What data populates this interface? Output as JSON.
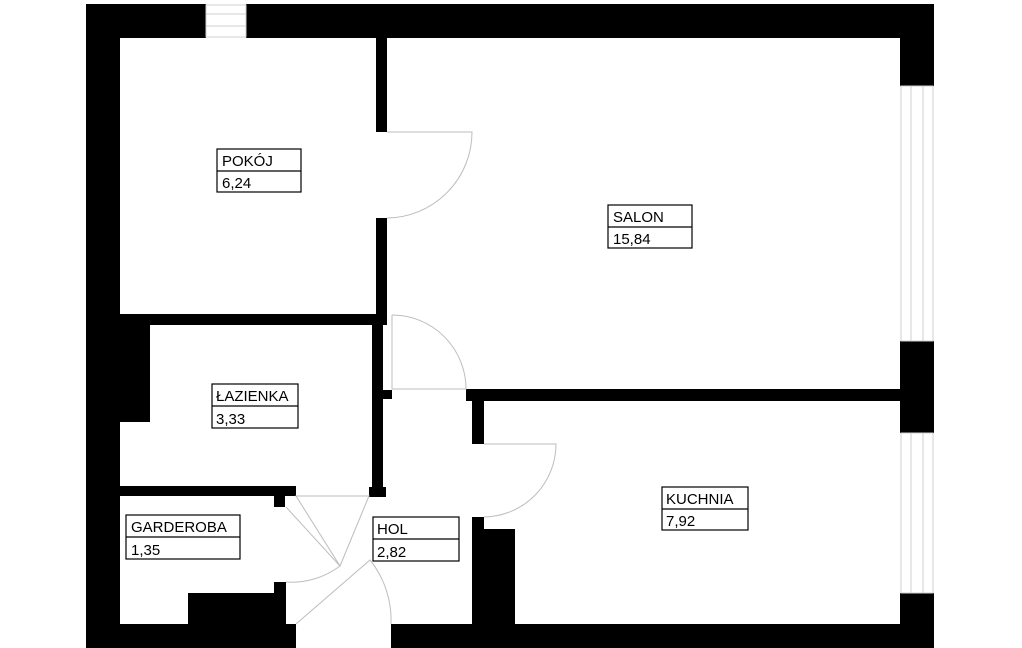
{
  "rooms": [
    {
      "id": "pokoj",
      "name": "POKÓJ",
      "area": "6,24"
    },
    {
      "id": "salon",
      "name": "SALON",
      "area": "15,84"
    },
    {
      "id": "lazienka",
      "name": "ŁAZIENKA",
      "area": "3,33"
    },
    {
      "id": "kuchnia",
      "name": "KUCHNIA",
      "area": "7,92"
    },
    {
      "id": "garderoba",
      "name": "GARDEROBA",
      "area": "1,35"
    },
    {
      "id": "hol",
      "name": "HOL",
      "area": "2,82"
    }
  ],
  "colors": {
    "wall": "#000000",
    "door": "#bdbdbd",
    "window": "#cfcfcf",
    "background": "#ffffff"
  }
}
